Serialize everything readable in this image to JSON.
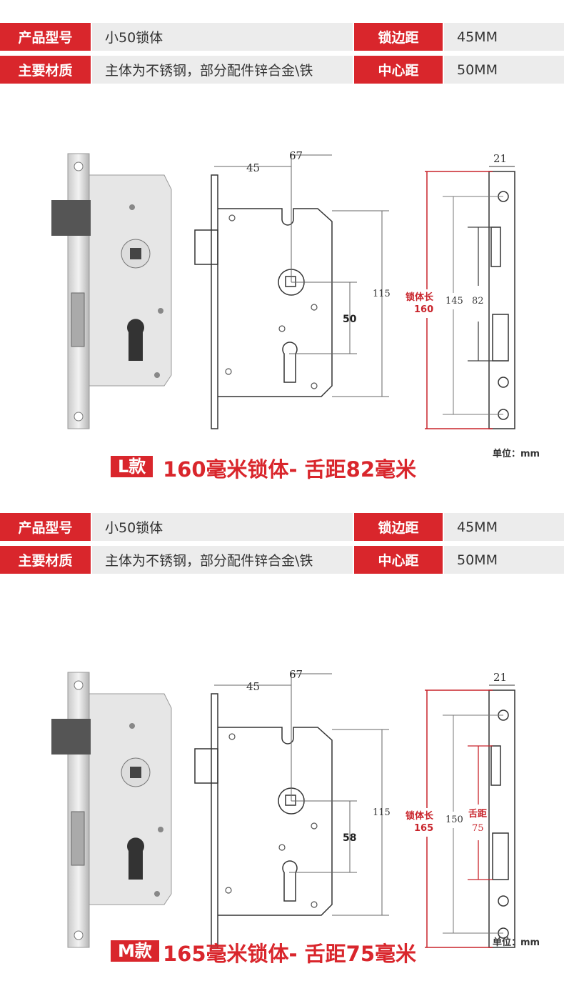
{
  "sections": [
    {
      "spec": {
        "model_label": "产品型号",
        "model": "小50锁体",
        "backset_label": "锁边距",
        "backset": "45MM",
        "material_label": "主要材质",
        "material": "主体为不锈钢，部分配件锌合金\\铁",
        "center_label": "中心距",
        "center": "50MM"
      },
      "diagram": {
        "front_width": "45",
        "front_total": "67",
        "center": "50",
        "height": "115",
        "side_width": "21",
        "body_length_label": "锁体长",
        "body_length": "160",
        "screw_spacing": "145",
        "latch_label": "",
        "latch_distance": "82"
      },
      "unit": "单位：mm",
      "badge": "L款",
      "title": "160毫米锁体- 舌距82毫米"
    },
    {
      "spec": {
        "model_label": "产品型号",
        "model": "小50锁体",
        "backset_label": "锁边距",
        "backset": "45MM",
        "material_label": "主要材质",
        "material": "主体为不锈钢，部分配件锌合金\\铁",
        "center_label": "中心距",
        "center": "50MM"
      },
      "diagram": {
        "front_width": "45",
        "front_total": "67",
        "center": "58",
        "height": "115",
        "side_width": "21",
        "body_length_label": "锁体长",
        "body_length": "165",
        "screw_spacing": "150",
        "latch_label": "舌距",
        "latch_distance": "75"
      },
      "unit": "单位：mm",
      "badge": "M款",
      "title": "165毫米锁体- 舌距75毫米"
    }
  ],
  "colors": {
    "accent": "#d9262c",
    "cell": "#ececec"
  }
}
